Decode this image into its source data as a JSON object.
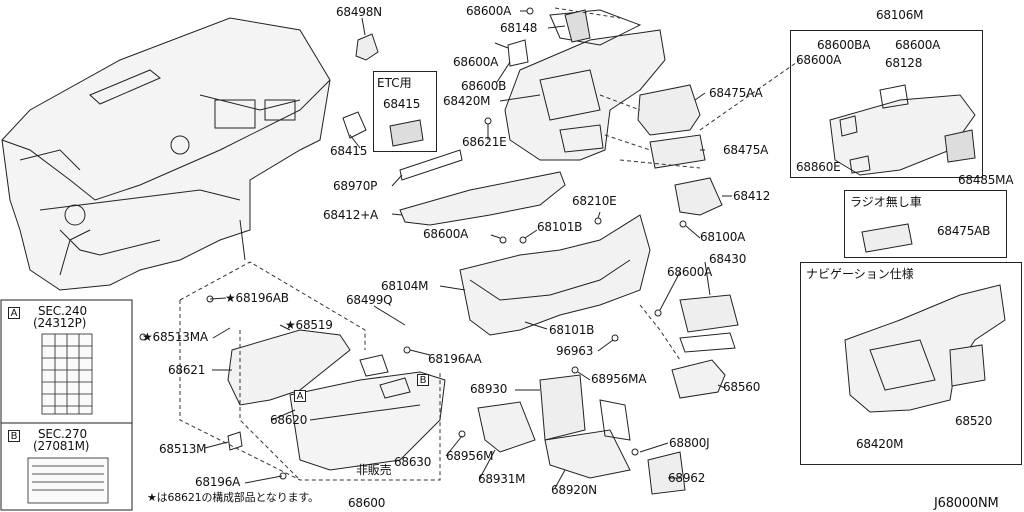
{
  "diagram_code": "J68000NM",
  "callouts": {
    "c68498N": "68498N",
    "c68600A_top": "68600A",
    "c68148": "68148",
    "c68600A_2": "68600A",
    "c68600B": "68600B",
    "c68420M": "68420M",
    "c68621E": "68621E",
    "c68475AA": "68475AA",
    "c68475A": "68475A",
    "c68415": "68415",
    "c68970P": "68970P",
    "c68412A": "68412+A",
    "c68412": "68412",
    "c68210E": "68210E",
    "c68600A_3": "68600A",
    "c68101B_top": "68101B",
    "c68100A": "68100A",
    "c68104M": "68104M",
    "c68430": "68430",
    "c68600A_4": "68600A",
    "c68499Q": "68499Q",
    "c68101B_2": "68101B",
    "c96963": "96963",
    "c68196AB": "★68196AB",
    "c68513MA": "★68513MA",
    "c68519": "★68519",
    "c68621": "68621",
    "c68196AA": "68196AA",
    "c68956MA": "68956MA",
    "c68560": "68560",
    "c68930": "68930",
    "c68620": "68620",
    "c68630": "68630",
    "c68513M": "68513M",
    "c68956M": "68956M",
    "c68800J": "68800J",
    "c68931M": "68931M",
    "c68196A": "68196A",
    "c68920N": "68920N",
    "c68962": "68962",
    "c68600": "68600",
    "hanbai": "非販売",
    "note": "★は68621の構成部品となります。"
  },
  "etc_box": {
    "title": "ETC用",
    "part": "68415"
  },
  "group_68106M": {
    "title": "68106M",
    "c68600BA": "68600BA",
    "c68600A_r": "68600A",
    "c68600A_l": "68600A",
    "c68128": "68128",
    "c68860E": "68860E",
    "c68485MA": "68485MA"
  },
  "radio_box": {
    "title": "ラジオ無し車",
    "part": "68475AB"
  },
  "nav_box": {
    "title": "ナビゲーション仕様",
    "part1": "68520",
    "part2": "68420M"
  },
  "sec_a": {
    "tag": "A",
    "line1": "SEC.240",
    "line2": "(24312P)"
  },
  "sec_b": {
    "tag": "B",
    "line1": "SEC.270",
    "line2": "(27081M)"
  },
  "tags": {
    "a": "A",
    "b": "B"
  }
}
